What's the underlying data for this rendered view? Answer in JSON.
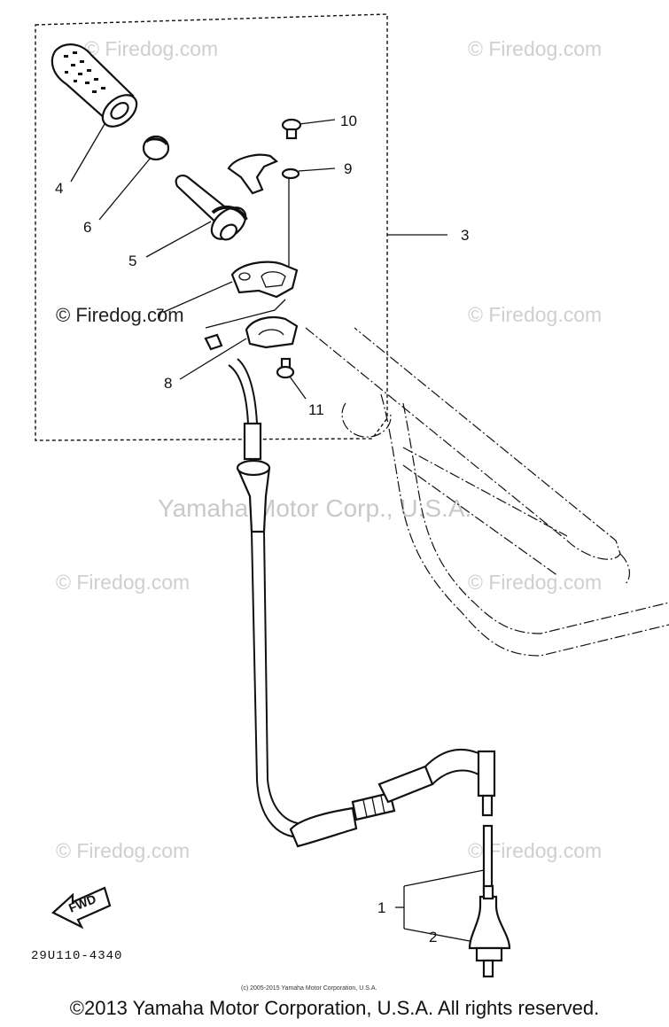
{
  "callouts": [
    {
      "id": "c1",
      "label": "1"
    },
    {
      "id": "c2",
      "label": "2"
    },
    {
      "id": "c3",
      "label": "3"
    },
    {
      "id": "c4",
      "label": "4"
    },
    {
      "id": "c5",
      "label": "5"
    },
    {
      "id": "c6",
      "label": "6"
    },
    {
      "id": "c7",
      "label": "7"
    },
    {
      "id": "c8",
      "label": "8"
    },
    {
      "id": "c9",
      "label": "9"
    },
    {
      "id": "c10",
      "label": "10"
    },
    {
      "id": "c11",
      "label": "11"
    }
  ],
  "watermarks": {
    "firedog": "© Firedog.com",
    "yamaha": "Yamaha Motor Corp., U.S.A."
  },
  "diagram_code": "29U110-4340",
  "fwd_label": "FWD",
  "small_copyright": "(c) 2005-2015 Yamaha Motor Corporation, U.S.A.",
  "footer": "©2013 Yamaha Motor Corporation, U.S.A. All rights reserved."
}
